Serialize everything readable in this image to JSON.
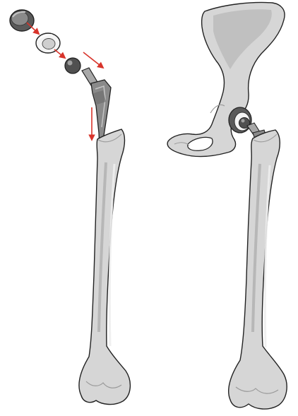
{
  "colors": {
    "background": "#ffffff",
    "outline": "#222222",
    "bone_fill": "#d6d6d6",
    "bone_shadow": "#a9a9a9",
    "bone_highlight": "#eeeeee",
    "metal_dark": "#4a4a4a",
    "metal_mid": "#8a8a8a",
    "metal_light": "#c4c4c4",
    "liner_white": "#f4f4f4",
    "arrow_red": "#d8342b"
  },
  "components": {
    "left_panel": "exploded-hip-implant-assembly",
    "right_panel": "assembled-hip-implant-in-pelvis",
    "parts": [
      "acetabular-cup",
      "polyethylene-liner",
      "femoral-head",
      "femoral-stem",
      "femur"
    ]
  },
  "arrows": {
    "count": 4,
    "direction_meaning": "assembly-direction"
  }
}
